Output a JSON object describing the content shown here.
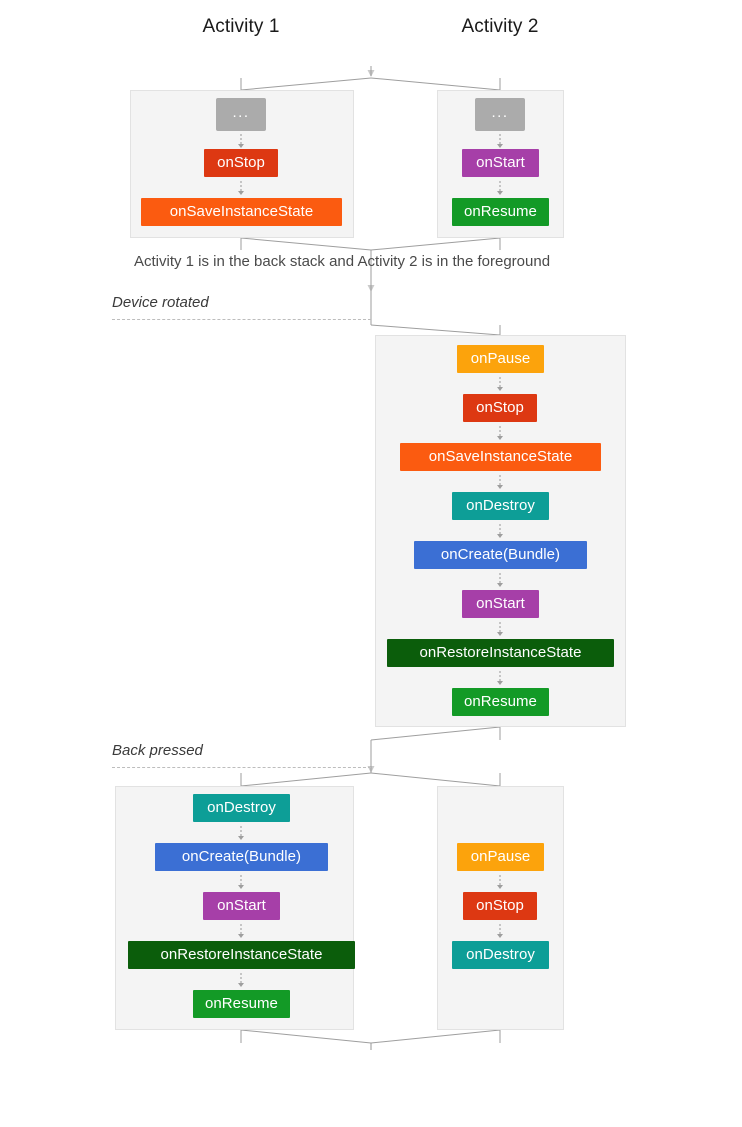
{
  "diagram": {
    "title_activity_1": "Activity 1",
    "title_activity_2": "Activity 2",
    "caption_back_stack": "Activity 1 is in the back stack and Activity 2 is in the foreground",
    "phase_device_rotated": "Device rotated",
    "phase_back_pressed": "Back pressed",
    "ellipsis": "..."
  },
  "colors": {
    "onPause": "#fca30c",
    "onStop": "#dd3812",
    "onSaveInstanceState": "#fb5b10",
    "onDestroy": "#0d9e97",
    "onCreate": "#3b6fd4",
    "onStart": "#a63fa8",
    "onRestoreInstanceState": "#0b5d0b",
    "onResume": "#139a26",
    "ellipsis": "#ababab",
    "panel_bg": "#f4f4f4",
    "panel_border": "#e2e2e2",
    "connector": "#9e9e9e",
    "text": "#3c3c3c"
  },
  "sections": [
    {
      "id": "initial",
      "panels": [
        {
          "id": "initial-activity-1",
          "column": "Activity 1",
          "nodes": [
            {
              "label": "...",
              "color_key": "ellipsis",
              "kind": "ellipsis"
            },
            {
              "label": "onStop",
              "color_key": "onStop",
              "kind": "callback"
            },
            {
              "label": "onSaveInstanceState",
              "color_key": "onSaveInstanceState",
              "kind": "callback"
            }
          ]
        },
        {
          "id": "initial-activity-2",
          "column": "Activity 2",
          "nodes": [
            {
              "label": "...",
              "color_key": "ellipsis",
              "kind": "ellipsis"
            },
            {
              "label": "onStart",
              "color_key": "onStart",
              "kind": "callback"
            },
            {
              "label": "onResume",
              "color_key": "onResume",
              "kind": "callback"
            }
          ]
        }
      ]
    },
    {
      "id": "rotated",
      "phase_label": "Device rotated",
      "panels": [
        {
          "id": "rotated-activity-2",
          "column": "Activity 2",
          "nodes": [
            {
              "label": "onPause",
              "color_key": "onPause",
              "kind": "callback"
            },
            {
              "label": "onStop",
              "color_key": "onStop",
              "kind": "callback"
            },
            {
              "label": "onSaveInstanceState",
              "color_key": "onSaveInstanceState",
              "kind": "callback"
            },
            {
              "label": "onDestroy",
              "color_key": "onDestroy",
              "kind": "callback"
            },
            {
              "label": "onCreate(Bundle)",
              "color_key": "onCreate",
              "kind": "callback"
            },
            {
              "label": "onStart",
              "color_key": "onStart",
              "kind": "callback"
            },
            {
              "label": "onRestoreInstanceState",
              "color_key": "onRestoreInstanceState",
              "kind": "callback"
            },
            {
              "label": "onResume",
              "color_key": "onResume",
              "kind": "callback"
            }
          ]
        }
      ]
    },
    {
      "id": "back",
      "phase_label": "Back pressed",
      "panels": [
        {
          "id": "back-activity-1",
          "column": "Activity 1",
          "nodes": [
            {
              "label": "onDestroy",
              "color_key": "onDestroy",
              "kind": "callback"
            },
            {
              "label": "onCreate(Bundle)",
              "color_key": "onCreate",
              "kind": "callback"
            },
            {
              "label": "onStart",
              "color_key": "onStart",
              "kind": "callback"
            },
            {
              "label": "onRestoreInstanceState",
              "color_key": "onRestoreInstanceState",
              "kind": "callback"
            },
            {
              "label": "onResume",
              "color_key": "onResume",
              "kind": "callback"
            }
          ]
        },
        {
          "id": "back-activity-2",
          "column": "Activity 2",
          "nodes": [
            {
              "label": "onPause",
              "color_key": "onPause",
              "kind": "callback"
            },
            {
              "label": "onStop",
              "color_key": "onStop",
              "kind": "callback"
            },
            {
              "label": "onDestroy",
              "color_key": "onDestroy",
              "kind": "callback"
            }
          ]
        }
      ]
    }
  ]
}
